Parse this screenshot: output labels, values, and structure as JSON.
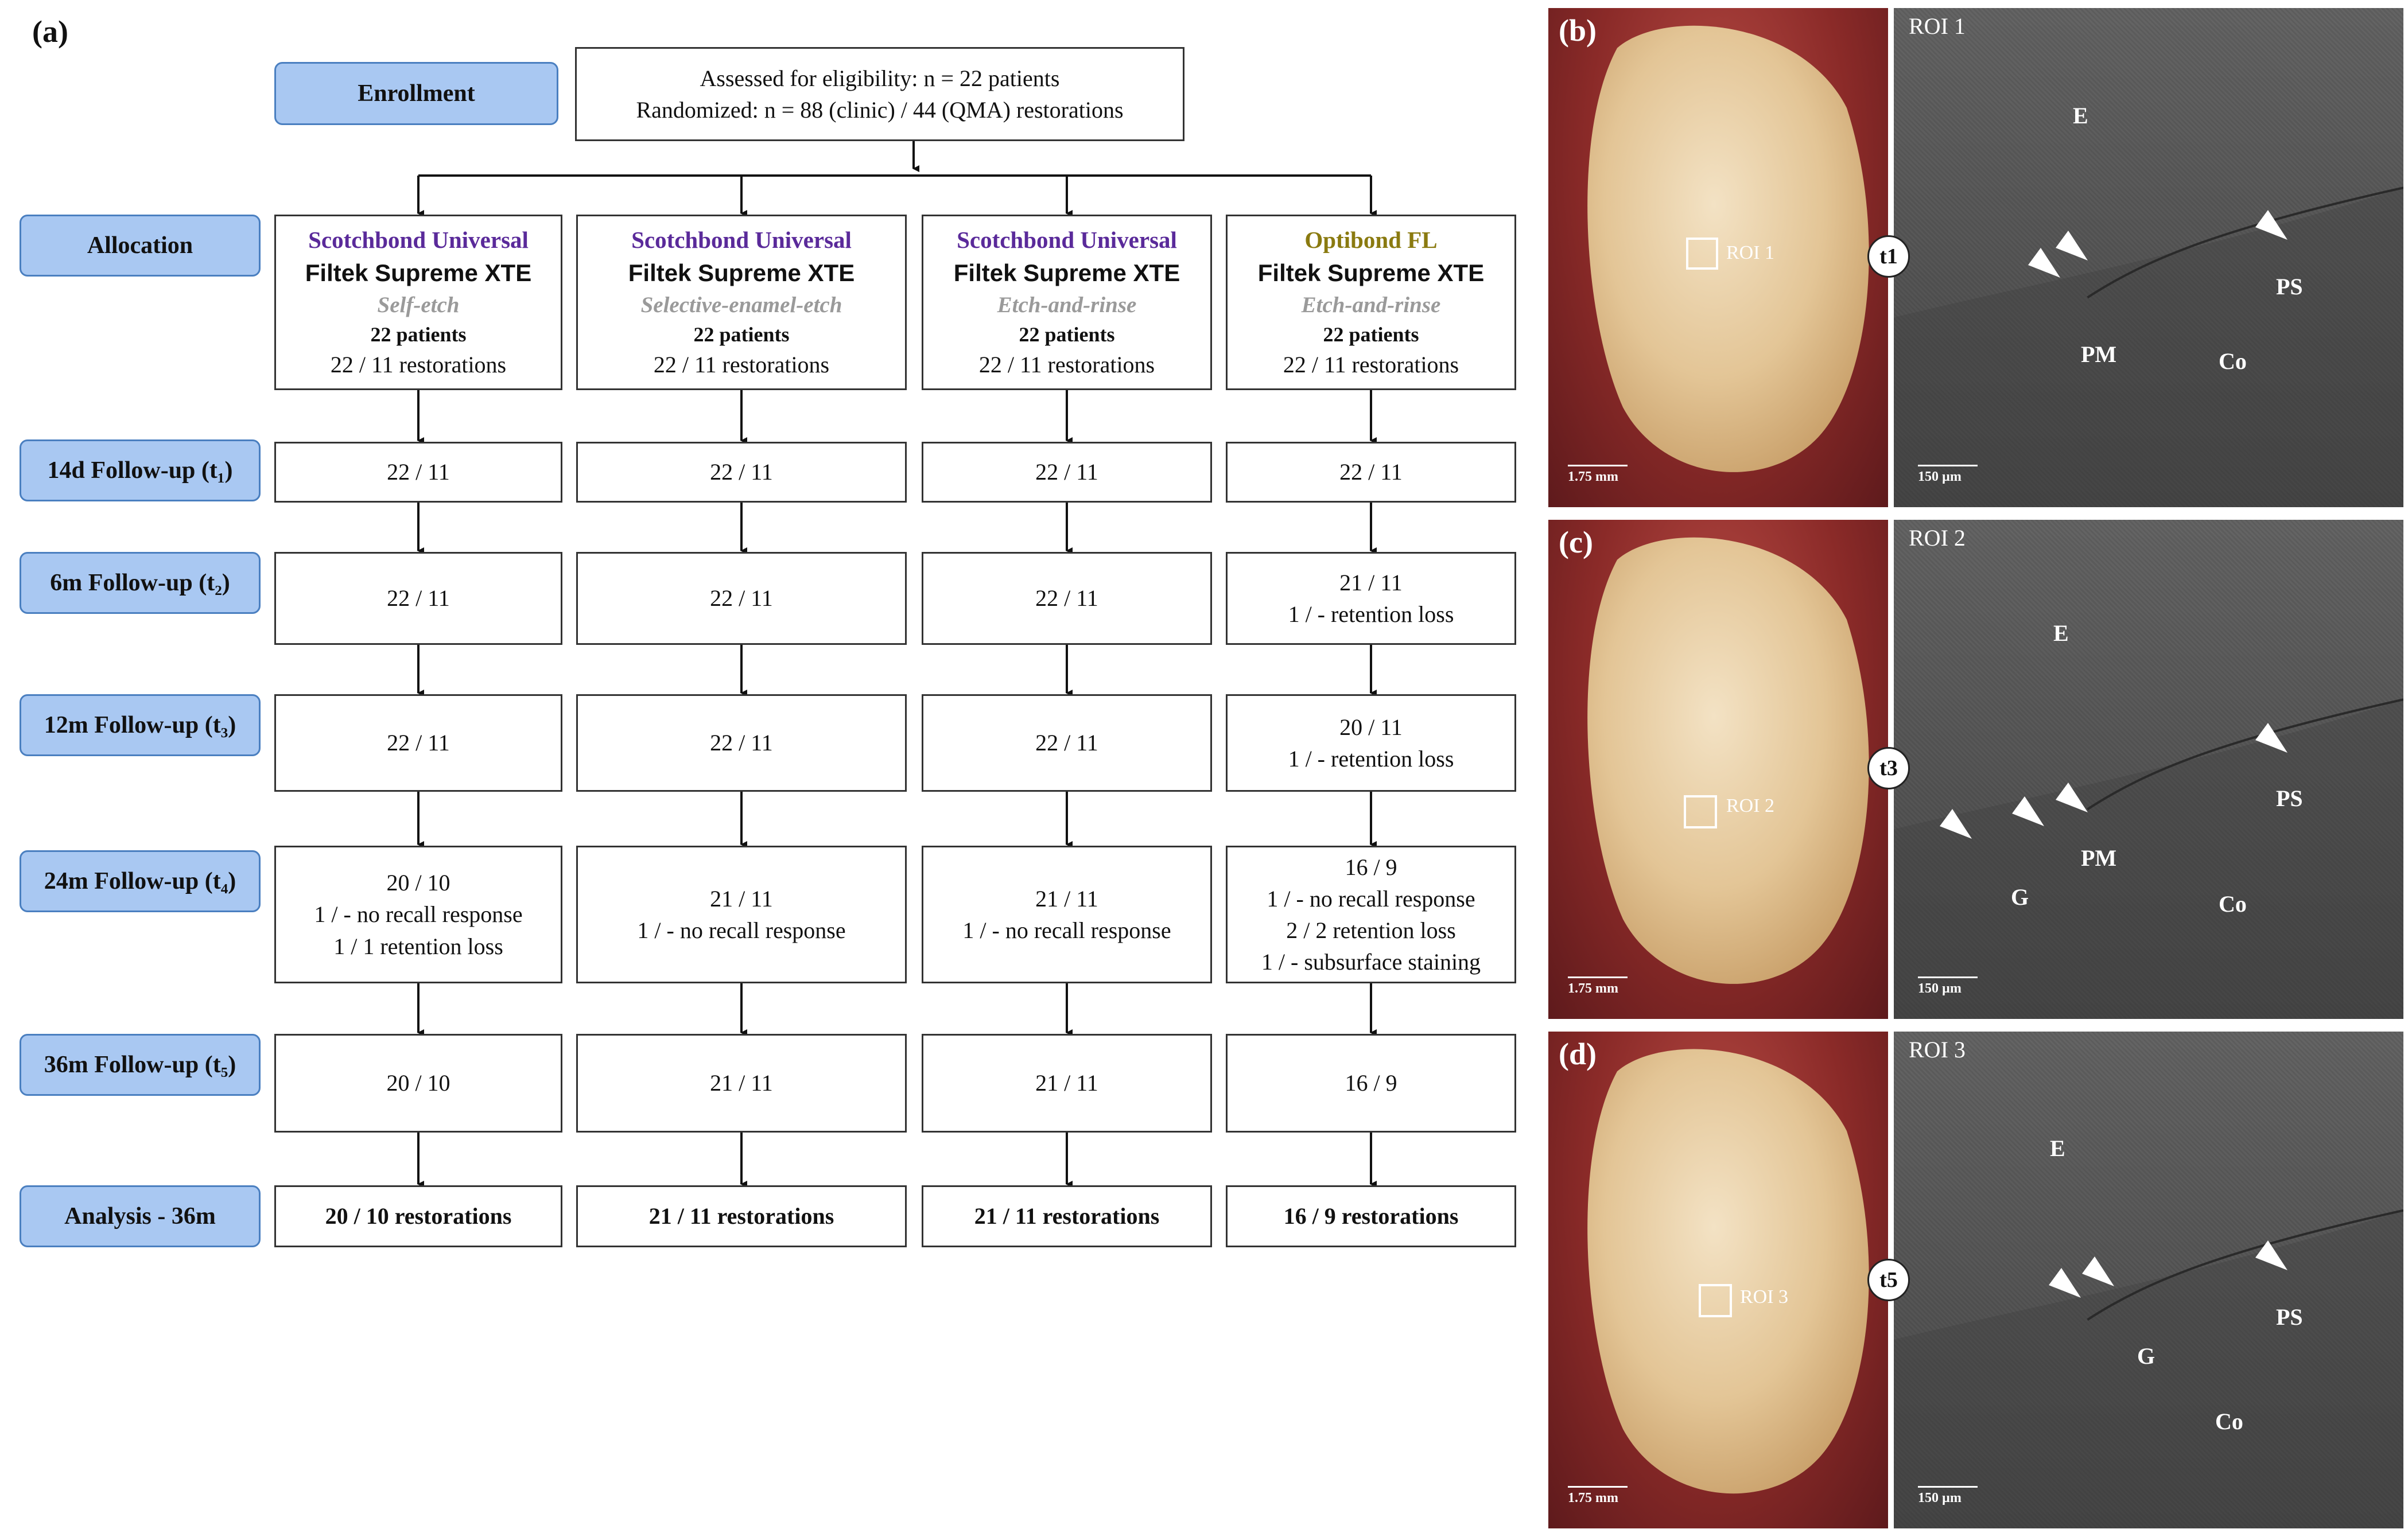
{
  "panels": {
    "a": "(a)",
    "b": "(b)",
    "c": "(c)",
    "d": "(d)"
  },
  "phases": {
    "enrollment": "Enrollment",
    "allocation": "Allocation",
    "t1": "14d Follow-up (t₁)",
    "t2": "6m Follow-up (t₂)",
    "t3": "12m Follow-up (t₃)",
    "t4": "24m Follow-up (t₄)",
    "t5": "36m Follow-up (t₅)",
    "analysis": "Analysis - 36m"
  },
  "enrollment_box": {
    "line1": "Assessed for eligibility: n = 22 patients",
    "line2": "Randomized: n = 88 (clinic) / 44 (QMA) restorations"
  },
  "groups": [
    {
      "adhesive": "Scotchbond Universal",
      "composite": "Filtek Supreme XTE",
      "strategy": "Self-etch",
      "patients": "22 patients",
      "restorations": "22 / 11 restorations",
      "t1": [
        "22 / 11"
      ],
      "t2": [
        "22 / 11"
      ],
      "t3": [
        "22 / 11"
      ],
      "t4": [
        "20 / 10",
        "1 / - no recall response",
        "1 / 1 retention loss"
      ],
      "t5": [
        "20 / 10"
      ],
      "analysis": "20 / 10 restorations"
    },
    {
      "adhesive": "Scotchbond Universal",
      "composite": "Filtek Supreme XTE",
      "strategy": "Selective-enamel-etch",
      "patients": "22 patients",
      "restorations": "22 / 11 restorations",
      "t1": [
        "22 / 11"
      ],
      "t2": [
        "22 / 11"
      ],
      "t3": [
        "22 / 11"
      ],
      "t4": [
        "21 / 11",
        "1 / - no recall response"
      ],
      "t5": [
        "21 / 11"
      ],
      "analysis": "21 / 11 restorations"
    },
    {
      "adhesive": "Scotchbond Universal",
      "composite": "Filtek Supreme XTE",
      "strategy": "Etch-and-rinse",
      "patients": "22 patients",
      "restorations": "22 / 11 restorations",
      "t1": [
        "22 / 11"
      ],
      "t2": [
        "22 / 11"
      ],
      "t3": [
        "22 / 11"
      ],
      "t4": [
        "21 / 11",
        "1 / - no recall response"
      ],
      "t5": [
        "21 / 11"
      ],
      "analysis": "21 / 11  restorations"
    },
    {
      "adhesive": "Optibond FL",
      "composite": "Filtek Supreme XTE",
      "strategy": "Etch-and-rinse",
      "patients": "22 patients",
      "restorations": "22 / 11 restorations",
      "t1": [
        "22 / 11"
      ],
      "t2": [
        "21 / 11",
        "1 / - retention loss"
      ],
      "t3": [
        "20 / 11",
        "1 / - retention loss"
      ],
      "t4": [
        "16 / 9",
        "1 / - no recall response",
        "2 / 2 retention loss",
        "1 / - subsurface staining"
      ],
      "t5": [
        "16 / 9"
      ],
      "analysis": "16 / 9 restorations"
    }
  ],
  "images": [
    {
      "panel": "(b)",
      "roi_label": "ROI 1",
      "roi_title": "ROI 1",
      "time": "t1",
      "scale_photo": "1.75 mm",
      "scale_ct": "150 µm"
    },
    {
      "panel": "(c)",
      "roi_label": "ROI 2",
      "roi_title": "ROI 2",
      "time": "t3",
      "scale_photo": "1.75 mm",
      "scale_ct": "150 µm"
    },
    {
      "panel": "(d)",
      "roi_label": "ROI 3",
      "roi_title": "ROI 3",
      "time": "t5",
      "scale_photo": "1.75 mm",
      "scale_ct": "150 µm"
    }
  ],
  "ct_labels": {
    "E": "E",
    "PS": "PS",
    "PM": "PM",
    "Co": "Co",
    "G": "G"
  }
}
